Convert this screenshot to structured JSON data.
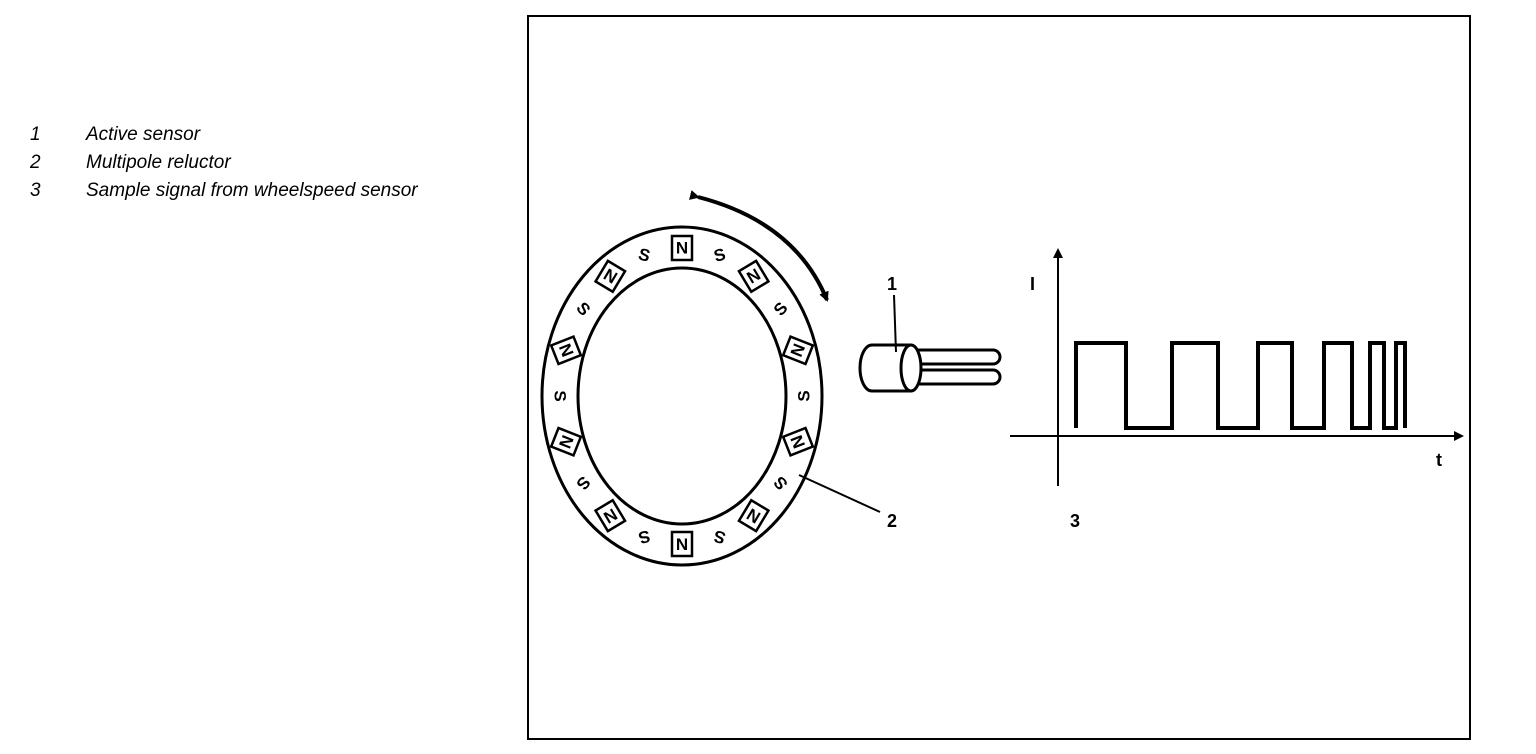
{
  "legend": {
    "items": [
      {
        "number": "1",
        "text": "Active sensor"
      },
      {
        "number": "2",
        "text": "Multipole reluctor"
      },
      {
        "number": "3",
        "text": "Sample signal from wheelspeed sensor"
      }
    ]
  },
  "diagram": {
    "callouts": {
      "sensor": "1",
      "reluctor": "2",
      "signal": "3"
    },
    "poles": [
      "N",
      "S",
      "N",
      "S",
      "N",
      "S",
      "N",
      "S",
      "N",
      "S",
      "N",
      "S",
      "N",
      "S",
      "N",
      "S",
      "N",
      "S",
      "N",
      "S"
    ],
    "axis_labels": {
      "y": "I",
      "x": "t"
    }
  }
}
